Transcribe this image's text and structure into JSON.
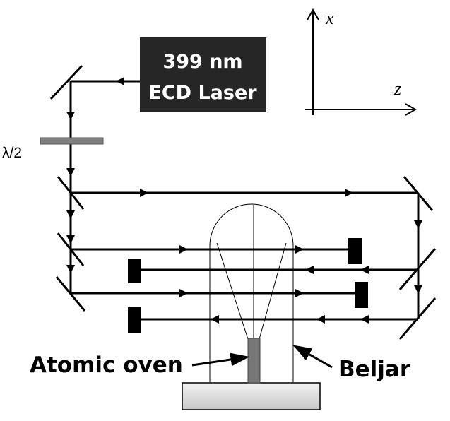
{
  "laser": {
    "line1": "399 nm",
    "line2": "ECD Laser"
  },
  "waveplate": {
    "label": "λ/2"
  },
  "axes": {
    "vertical": "x",
    "horizontal": "z"
  },
  "labels": {
    "oven": "Atomic oven",
    "beljar": "Beljar"
  },
  "colors": {
    "beam": "#000000",
    "laser_box": "#262626",
    "waveplate": "#808080",
    "oven": "#777777",
    "base": "#d9d9d9"
  }
}
